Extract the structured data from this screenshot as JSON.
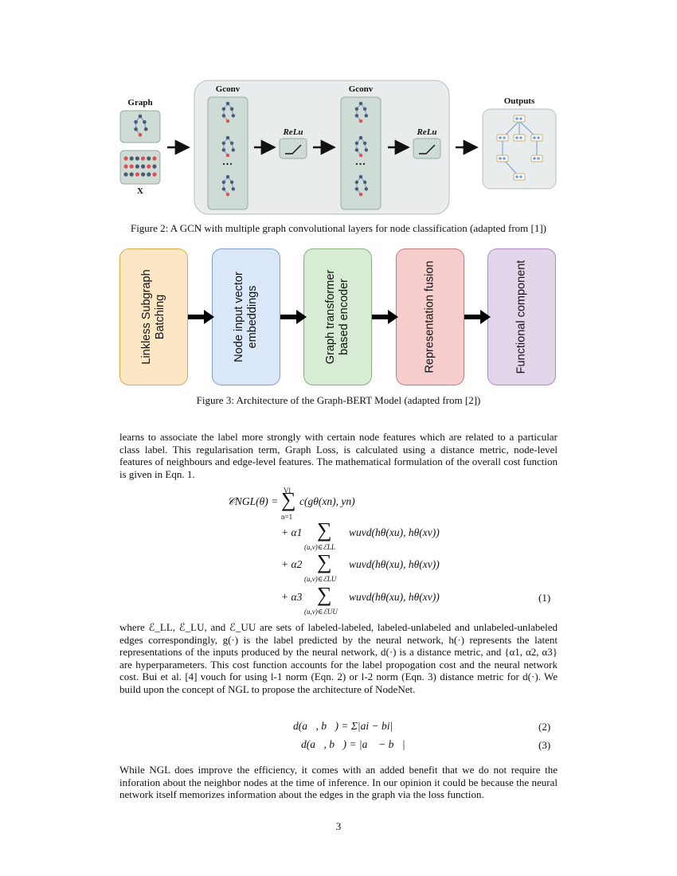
{
  "figure2": {
    "graph_label": "Graph",
    "x_label": "X",
    "gconv1_label": "Gconv",
    "gconv2_label": "Gconv",
    "relu1_label": "ReLu",
    "relu2_label": "ReLu",
    "outputs_label": "Outputs",
    "ellipsis": "...",
    "caption": "Figure 2: A GCN with multiple graph convolutional layers for node classification (adapted from [1])"
  },
  "figure3": {
    "boxes": [
      {
        "label": "Linkless Subgraph Batching",
        "fill": "#fde6c4",
        "stroke": "#d9a94a"
      },
      {
        "label": "Node input vector embeddings",
        "fill": "#d9e7f9",
        "stroke": "#7f9fd0"
      },
      {
        "label": "Graph transformer based encoder",
        "fill": "#d8ebd4",
        "stroke": "#86b07e"
      },
      {
        "label": "Representation fusion",
        "fill": "#f7cdcd",
        "stroke": "#c77b7b"
      },
      {
        "label": "Functional component",
        "fill": "#e3d6ea",
        "stroke": "#a88fbb"
      }
    ],
    "caption": "Figure 3: Architecture of the Graph-BERT Model (adapted from [2])"
  },
  "body": {
    "para1": "learns to associate the label more strongly with certain node features which are related to a particular class label. This regularisation term, Graph Loss, is calculated using a distance metric, node-level features of neighbours and edge-level features. The mathematical formulation of the overall cost function is given in Eqn. 1.",
    "para2": "where ℰ_LL, ℰ_LU, and ℰ_UU are sets of labeled-labeled, labeled-unlabeled and unlabeled-unlabeled edges correspondingly, g(·) is the label predicted by the neural network, h(·) represents the latent representations of the inputs produced by the neural network, d(·) is a distance metric, and {α1, α2, α3} are hyperparameters. This cost function accounts for the label propogation cost and the neural network cost. Bui et al. [4] vouch for using l-1 norm (Eqn. 2) or l-2 norm (Eqn. 3) distance metric for d(·). We build upon the concept of NGL to propose the architecture of NodeNet.",
    "para3": "While NGL does improve the efficiency, it comes with an added benefit that we do not require the inforation about the neighbor nodes at the time of inference. In our opinion it could be because the neural network itself memorizes information about the edges in the graph via the loss function."
  },
  "equations": {
    "eq1_lhs": "𝒞NGL(θ) =",
    "eq1_term1": "c(gθ(xn), yn)",
    "eq1_sum_top": "Vl",
    "eq1_sum_bottom": "n=1",
    "eq1_term2": "+ α1",
    "eq1_term3": "+ α2",
    "eq1_term4": "+ α3",
    "eq1_sum2_bottom": "(u,v)∈ℰLL",
    "eq1_sum3_bottom": "(u,v)∈ℰLU",
    "eq1_sum4_bottom": "(u,v)∈ℰUU",
    "eq1_inner": "wuvd(hθ(xu), hθ(xv))",
    "eq1_number": "(1)",
    "eq2": "d(a⃗, b⃗) = Σ|ai − bi|",
    "eq2_number": "(2)",
    "eq3": "d(a⃗, b⃗) = |a⃗ − b⃗|",
    "eq3_number": "(3)"
  },
  "page_number": "3",
  "colors": {
    "panel_fill": "#e9ecec",
    "gconv_fill": "#cfdcd6",
    "node": "#4a5a73",
    "node_red": "#e05050",
    "edge": "#6f9ad6"
  }
}
